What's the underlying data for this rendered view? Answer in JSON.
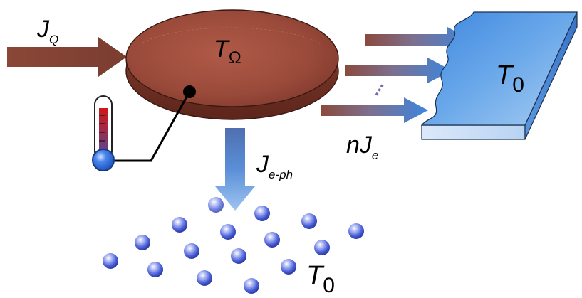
{
  "labels": {
    "heat_input": {
      "main": "J",
      "sub": "Q"
    },
    "island_temp": {
      "main": "T",
      "sub": "Ω"
    },
    "reservoir_temp": {
      "main": "T",
      "sub": "0"
    },
    "phonon_temp": {
      "main": "T",
      "sub": "0"
    },
    "electron_phonon": {
      "main": "J",
      "sub": "e-ph"
    },
    "electron_flow": {
      "prefix": "n",
      "main": "J",
      "sub": "e"
    }
  },
  "continuation_symbol": "...",
  "colors": {
    "island": "#9a4a3a",
    "island_rim": "#6e2e22",
    "arrow_brown": "#7a3a2c",
    "arrow_blue": "#3f7fd0",
    "reservoir": "#5a9ee6",
    "phonon_sphere": "#4a5fd8",
    "thermometer_bulb": "#2f6fe0",
    "thermometer_hot": "#cc1010"
  }
}
